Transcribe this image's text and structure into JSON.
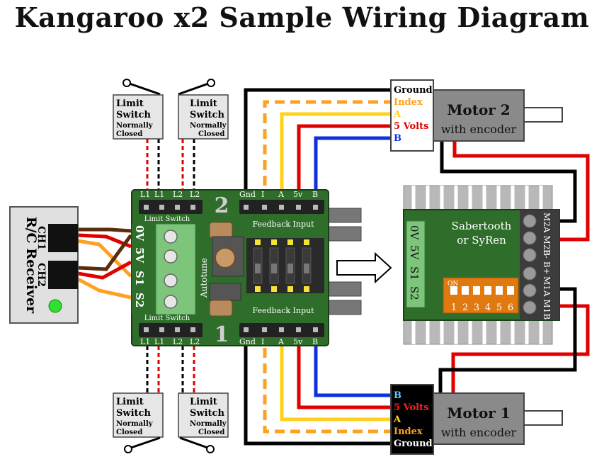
{
  "title": "Kangaroo x2 Sample Wiring Diagram",
  "colors": {
    "board": "#2e6e2a",
    "board_dark": "#1f4f1c",
    "wire_black": "#000000",
    "wire_red": "#e00000",
    "wire_yellow": "#ffd21a",
    "wire_orange": "#ffa020",
    "wire_blue": "#1030e0",
    "motor_gray": "#8a8a8a",
    "heatsink": "#b8b8b8"
  },
  "limit_switches": {
    "label_line1": "Limit",
    "label_line2": "Switch",
    "label_line3": "Normally",
    "label_line4": "Closed"
  },
  "rc_receiver": {
    "label": "R/C Receiver",
    "ch1": "CH1",
    "ch2": "CH2"
  },
  "kangaroo": {
    "top_pins": [
      "L1",
      "L1",
      "L2",
      "L2"
    ],
    "bottom_pins": [
      "L1",
      "L1",
      "L2",
      "L2"
    ],
    "limit_switch_label": "Limit  Switch",
    "channel_top": "2",
    "channel_bottom": "1",
    "feedback_pins": [
      "Gnd",
      "I",
      "A",
      "5v",
      "B"
    ],
    "feedback_label": "Feedback  Input",
    "terminal_labels": [
      "0V",
      "5V",
      "S1",
      "S2"
    ],
    "autotune": "Autotune"
  },
  "sabertooth": {
    "label_line1": "Sabertooth",
    "label_line2": "or SyRen",
    "left_terminals": [
      "0V",
      "5V",
      "S1",
      "S2"
    ],
    "right_terminals_top": "M2A M2B",
    "right_terminals_mid": "B-  B+",
    "right_terminals_bottom": "M1A M1B",
    "dip_on": "ON",
    "dip_numbers": [
      "1",
      "2",
      "3",
      "4",
      "5",
      "6"
    ]
  },
  "motor2": {
    "line1": "Motor 2",
    "line2": "with encoder",
    "signals": [
      "Ground",
      "Index",
      "A",
      "5 Volts",
      "B"
    ]
  },
  "motor1": {
    "line1": "Motor 1",
    "line2": "with encoder",
    "signals": [
      "B",
      "5 Volts",
      "A",
      "Index",
      "Ground"
    ]
  }
}
